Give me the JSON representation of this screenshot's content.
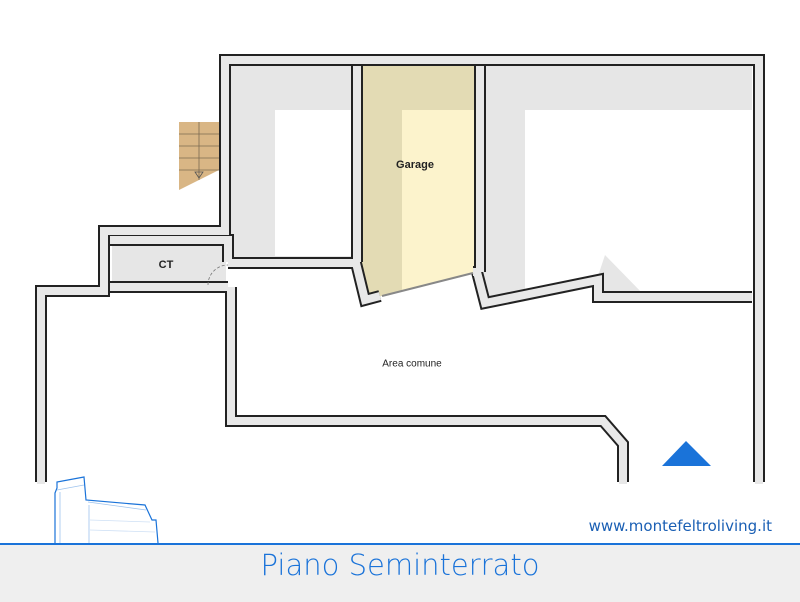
{
  "plan": {
    "rooms": [
      {
        "name": "Garage"
      },
      {
        "name": "CT"
      },
      {
        "name": "Area comune"
      }
    ]
  },
  "footer": {
    "title": "Piano Seminterrato",
    "website": "www.montefeltroliving.it"
  },
  "colors": {
    "accent": "#1a73d9",
    "wall": "#e8e8e8",
    "garage": "#e3dbb4",
    "garage_light": "#fcf3cc",
    "stairs": "#d9b685"
  }
}
